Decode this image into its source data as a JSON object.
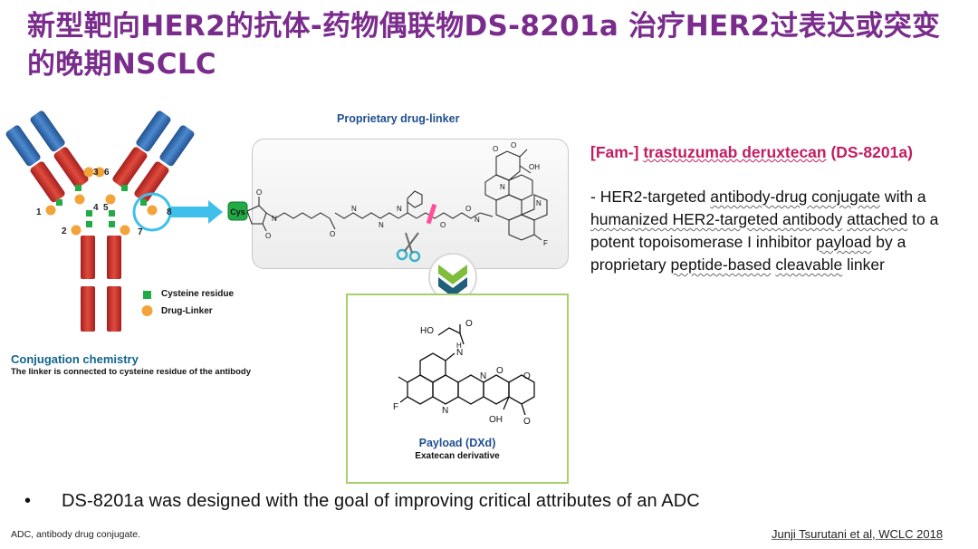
{
  "slide": {
    "title": "新型靶向HER2的抗体-药物偶联物DS-8201a 治疗HER2过表达或突变的晚期NSCLC",
    "drug_linker_heading": "Proprietary drug-linker",
    "cys_label": "Cys",
    "payload_title": "Payload (DXd)",
    "payload_subtitle": "Exatecan derivative",
    "description": {
      "title_prefix": "[Fam-] ",
      "title_underlined": "trastuzumab deruxtecan",
      "title_suffix": " (DS-8201a)",
      "body_parts": [
        "- HER2-targeted ",
        "antibody-drug conjugate",
        " with a ",
        "humanized HER2-targeted antibody",
        " ",
        "attached",
        " to a potent topoisomerase I inhibitor ",
        "payload",
        " by a proprietary ",
        "peptide-based",
        " ",
        "cleavable",
        " linker"
      ]
    },
    "legend": {
      "cysteine_label": "Cysteine residue",
      "drug_linker_label": "Drug-Linker"
    },
    "conjugation": {
      "heading": "Conjugation chemistry",
      "text": "The linker is connected to cysteine residue of the antibody"
    },
    "site_numbers": [
      "1",
      "2",
      "3",
      "4",
      "5",
      "6",
      "7",
      "8"
    ],
    "chem_labels": {
      "O": "O",
      "N": "N",
      "H": "H",
      "F": "F",
      "OH": "OH",
      "HO": "HO"
    },
    "bullet_symbol": "•",
    "bullet_text": "DS-8201a was designed with the goal of improving critical attributes of an ADC",
    "footnote": "ADC, antibody  drug  conjugate.",
    "citation": "Junji Tsurutani et al, WCLC 2018",
    "colors": {
      "title": "#7a2c8c",
      "heavy_chain": "#cc3333",
      "light_chain_blue": "#3a72b8",
      "cysteine": "#22aa44",
      "drug_linker": "#f2a33a",
      "arrow": "#3fc0ea",
      "accent_magenta": "#c21d62",
      "payload_border": "#a7cf6b"
    }
  }
}
